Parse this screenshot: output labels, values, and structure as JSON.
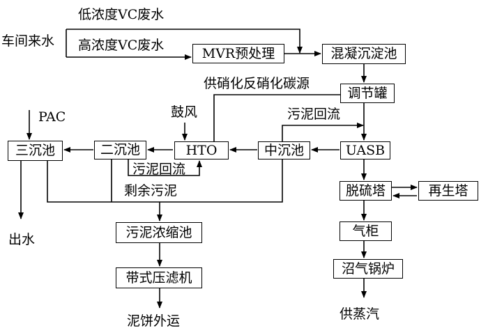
{
  "labels": {
    "workshop_inflow": "车间来水",
    "low_vc_wastewater": "低浓度VC废水",
    "high_vc_wastewater": "高浓度VC废水",
    "carbon_source": "供硝化反硝化碳源",
    "sludge_return_upper": "污泥回流",
    "blower": "鼓风",
    "pac": "PAC",
    "sludge_return_lower": "污泥回流",
    "excess_sludge": "剩余污泥",
    "effluent": "出水",
    "sludge_cake_out": "泥饼外运",
    "steam_supply": "供蒸汽"
  },
  "boxes": {
    "mvr": "MVR预处理",
    "coagulation": "混凝沉淀池",
    "regulating_tank": "调节罐",
    "uasb": "UASB",
    "intermediate_clarifier": "中沉池",
    "hto": "HTO",
    "secondary_clarifier": "二沉池",
    "tertiary_clarifier": "三沉池",
    "sludge_thickener": "污泥浓缩池",
    "belt_filter_press": "带式压滤机",
    "desulfurization_tower": "脱硫塔",
    "regeneration_tower": "再生塔",
    "gas_holder": "气柜",
    "biogas_boiler": "沼气锅炉"
  }
}
